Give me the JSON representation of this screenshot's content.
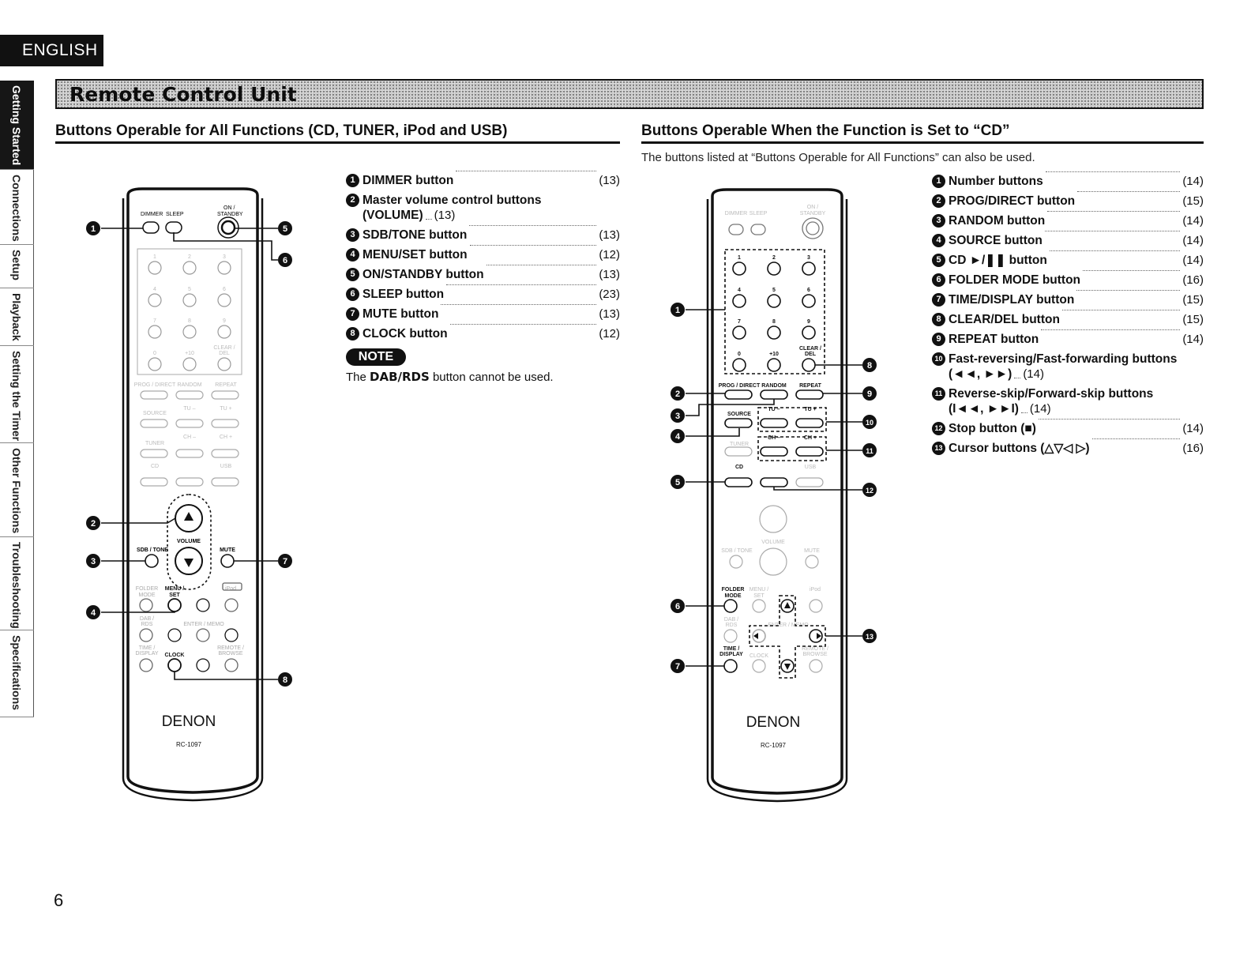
{
  "language_tab": "ENGLISH",
  "side_nav": [
    {
      "label": "Getting Started",
      "active": true
    },
    {
      "label": "Connections"
    },
    {
      "label": "Setup"
    },
    {
      "label": "Playback"
    },
    {
      "label": "Setting the Timer"
    },
    {
      "label": "Other Functions"
    },
    {
      "label": "Troubleshooting"
    },
    {
      "label": "Specifications"
    }
  ],
  "page_title": "Remote Control Unit",
  "left_section": {
    "heading": "Buttons Operable for All Functions (CD, TUNER, iPod and USB)",
    "items": [
      {
        "num": "1",
        "label": "DIMMER button",
        "ref": "(13)"
      },
      {
        "num": "2",
        "label": "Master volume control buttons",
        "label2": "(VOLUME)",
        "ref": "(13)"
      },
      {
        "num": "3",
        "label": "SDB/TONE button",
        "ref": "(13)"
      },
      {
        "num": "4",
        "label": "MENU/SET button",
        "ref": "(12)"
      },
      {
        "num": "5",
        "label": "ON/STANDBY button",
        "ref": "(13)"
      },
      {
        "num": "6",
        "label": "SLEEP button",
        "ref": "(23)"
      },
      {
        "num": "7",
        "label": "MUTE button",
        "ref": "(13)"
      },
      {
        "num": "8",
        "label": "CLOCK button",
        "ref": "(12)"
      }
    ],
    "note_label": "NOTE",
    "note_prefix": "The ",
    "note_bold": "DAB/RDS",
    "note_suffix": " button cannot be used."
  },
  "right_section": {
    "heading": "Buttons Operable When the Function is Set to “CD”",
    "intro": "The buttons listed at “Buttons Operable for All Functions” can also be used.",
    "items": [
      {
        "num": "1",
        "label": "Number buttons",
        "ref": "(14)"
      },
      {
        "num": "2",
        "label": "PROG/DIRECT button",
        "ref": "(15)"
      },
      {
        "num": "3",
        "label": "RANDOM button",
        "ref": "(14)"
      },
      {
        "num": "4",
        "label": "SOURCE button",
        "ref": "(14)"
      },
      {
        "num": "5",
        "label": "CD ►/❚❚ button",
        "ref": "(14)"
      },
      {
        "num": "6",
        "label": "FOLDER MODE button",
        "ref": "(16)"
      },
      {
        "num": "7",
        "label": "TIME/DISPLAY button",
        "ref": "(15)"
      },
      {
        "num": "8",
        "label": "CLEAR/DEL button",
        "ref": "(15)"
      },
      {
        "num": "9",
        "label": "REPEAT button",
        "ref": "(14)"
      },
      {
        "num": "10",
        "label": "Fast-reversing/Fast-forwarding buttons",
        "label2": "(◄◄, ►►)",
        "ref": "(14)"
      },
      {
        "num": "11",
        "label": "Reverse-skip/Forward-skip buttons",
        "label2": "(I◄◄, ►►I)",
        "ref": "(14)"
      },
      {
        "num": "12",
        "label": "Stop button (■)",
        "ref": "(14)"
      },
      {
        "num": "13",
        "label": "Cursor buttons (△▽◁ ▷)",
        "ref": "(16)"
      }
    ]
  },
  "remote": {
    "brand": "DENON",
    "model": "RC-1097",
    "labels": {
      "dimmer": "DIMMER",
      "sleep": "SLEEP",
      "on_standby_1": "ON /",
      "on_standby_2": "STANDBY",
      "n1": "1",
      "n2": "2",
      "n3": "3",
      "n4": "4",
      "n5": "5",
      "n6": "6",
      "n7": "7",
      "n8": "8",
      "n9": "9",
      "n0": "0",
      "n10": "+10",
      "clear": "CLEAR /",
      "del": "DEL",
      "prog_direct": "PROG / DIRECT",
      "random": "RANDOM",
      "repeat": "REPEAT",
      "source": "SOURCE",
      "tu_minus": "TU –",
      "tu_plus": "TU +",
      "tuner": "TUNER",
      "ch_minus": "CH –",
      "ch_plus": "CH +",
      "cd": "CD",
      "usb": "USB",
      "volume": "VOLUME",
      "sdb_tone": "SDB / TONE",
      "mute": "MUTE",
      "folder": "FOLDER",
      "mode": "MODE",
      "menu": "MENU /",
      "set": "SET",
      "ipod": "iPod",
      "dab": "DAB /",
      "rds": "RDS",
      "enter_memo": "ENTER / MEMO",
      "time": "TIME /",
      "display": "DISPLAY",
      "clock": "CLOCK",
      "remote_l": "REMOTE /",
      "browse": "BROWSE"
    }
  },
  "page_number": "6"
}
